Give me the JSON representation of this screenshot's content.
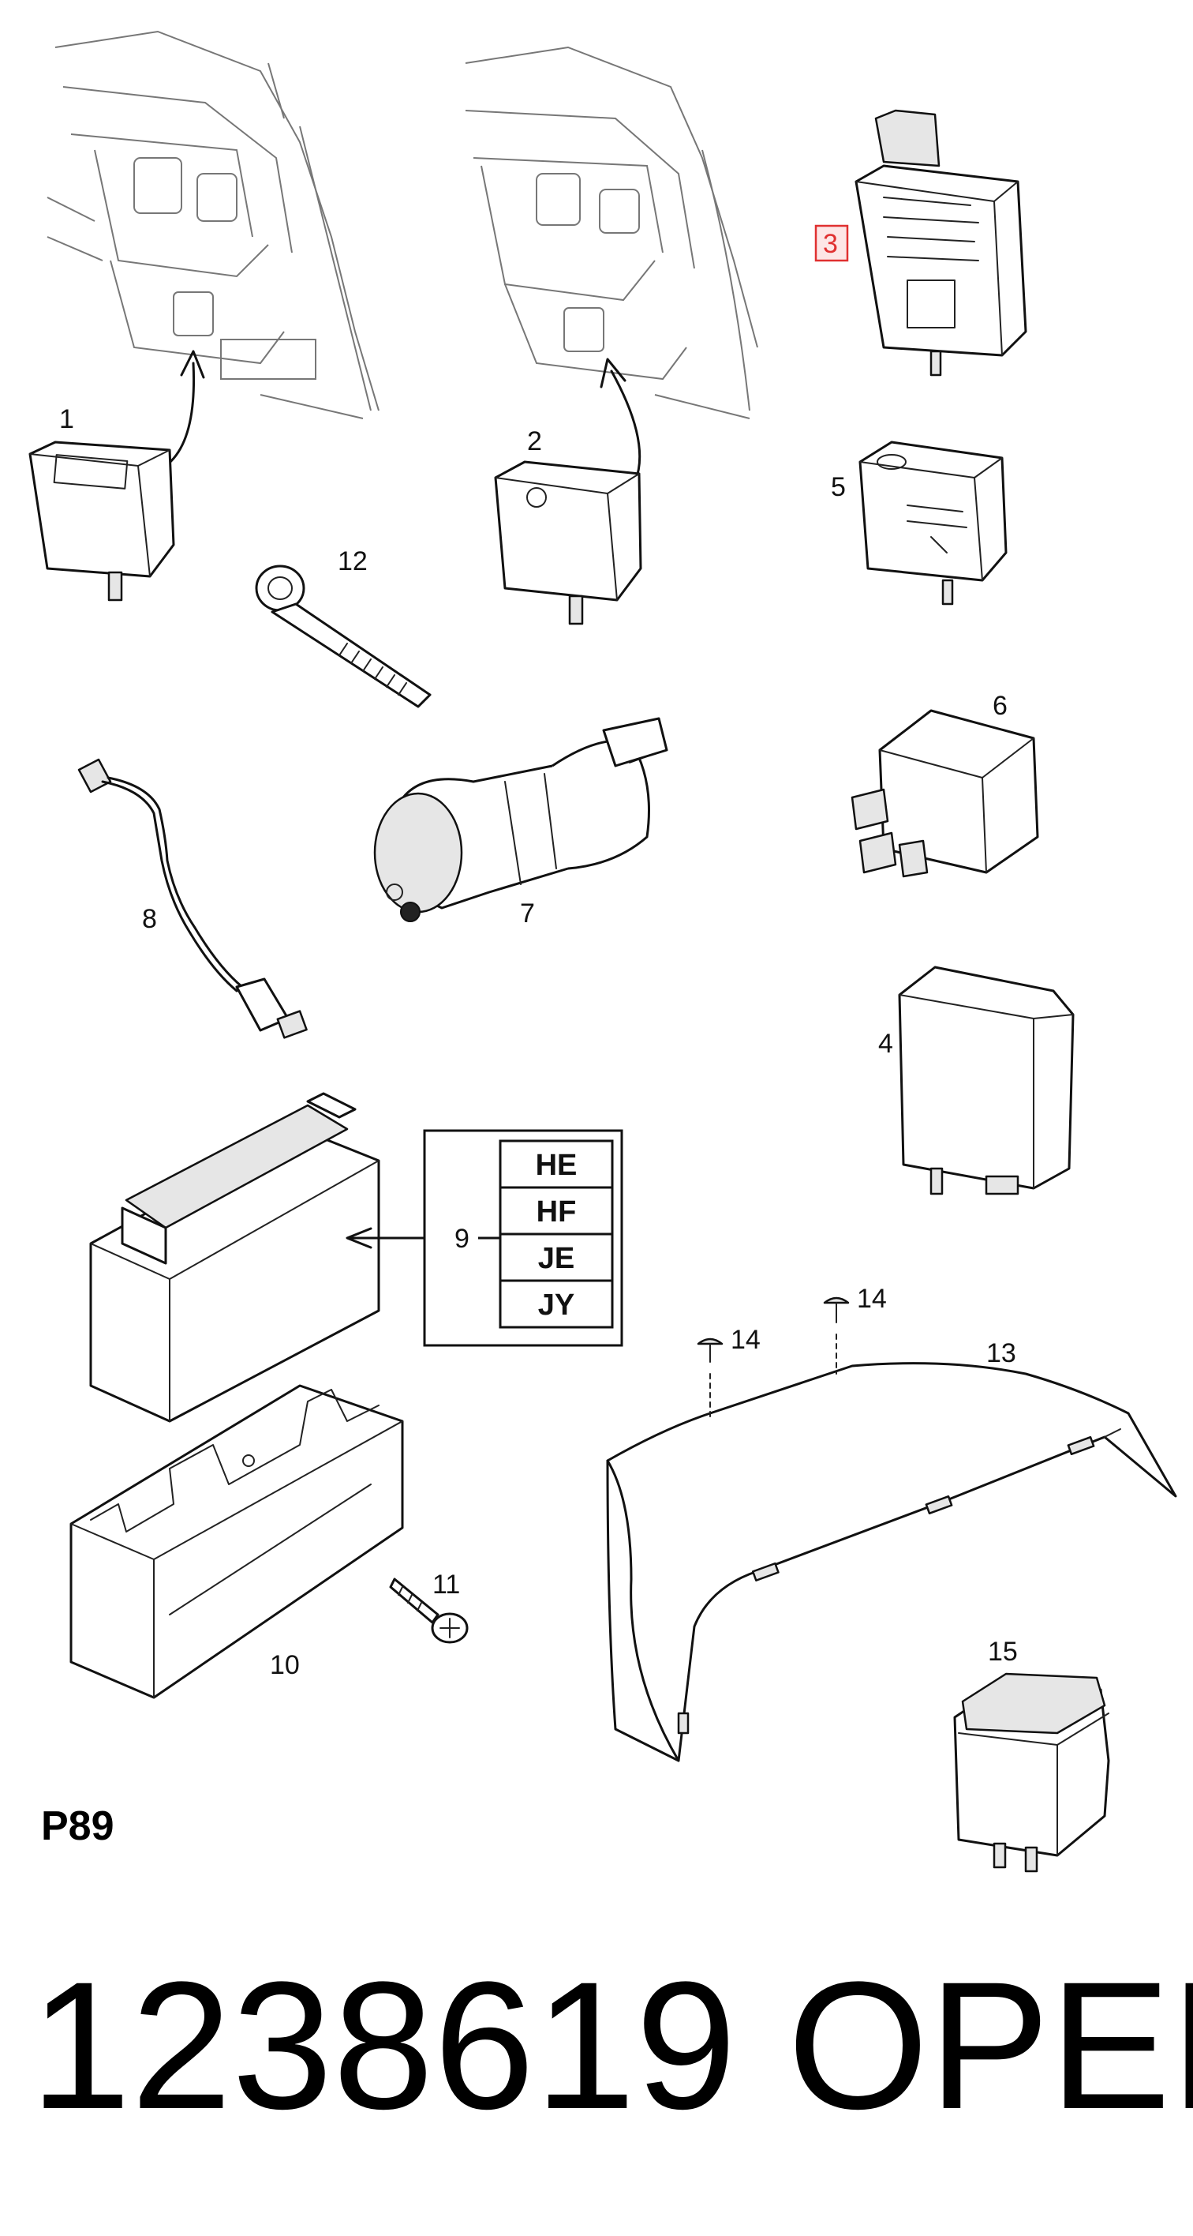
{
  "callouts": [
    "1",
    "2",
    "3",
    "4",
    "5",
    "6",
    "7",
    "8",
    "9",
    "10",
    "11",
    "12",
    "13",
    "14",
    "14",
    "15"
  ],
  "variant_codes": [
    "HE",
    "HF",
    "JE",
    "JY"
  ],
  "page_ref": "P89",
  "part_number": "1238619",
  "brand": "OPEL",
  "highlight_color": "#e03030"
}
